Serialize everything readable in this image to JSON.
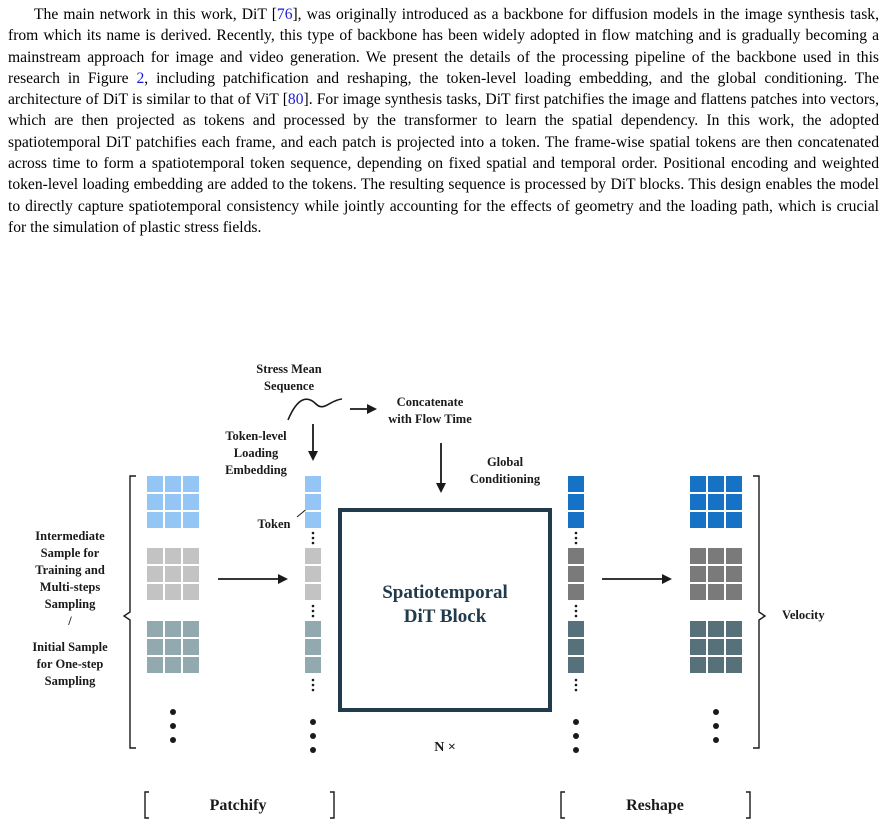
{
  "paragraph": {
    "s1": "The main network in this work, DiT [",
    "cite1": "76",
    "s2": "], was originally introduced as a backbone for diffusion models in the image synthesis task, from which its name is derived. Recently, this type of backbone has been widely adopted in flow matching and is gradually becoming a mainstream approach for image and video generation. We present the details of the processing pipeline of the backbone used in this research in Figure ",
    "fig_ref": "2",
    "s3": ", including patchification and reshaping, the token-level loading embedding, and the global conditioning. The architecture of DiT is similar to that of ViT [",
    "cite2": "80",
    "s4": "]. For image synthesis tasks, DiT first patchifies the image and flattens patches into vectors, which are then projected as tokens and processed by the transformer to learn the spatial dependency. In this work, the adopted spatiotemporal DiT patchifies each frame, and each patch is projected into a token. The frame-wise spatial tokens are then concatenated across time to form a spatiotemporal token sequence, depending on fixed spatial and temporal order. Positional encoding and weighted token-level loading embedding are added to the tokens. The resulting sequence is processed by DiT blocks. This design enables the model to directly capture spatiotemporal consistency while jointly accounting for the effects of geometry and the loading path, which is crucial for the simulation of plastic stress fields."
  },
  "figure": {
    "stress_mean": [
      "Stress Mean",
      "Sequence"
    ],
    "concat": [
      "Concatenate",
      "with Flow Time"
    ],
    "token_loading": [
      "Token-level",
      "Loading",
      "Embedding"
    ],
    "global_cond": [
      "Global",
      "Conditioning"
    ],
    "token": "Token",
    "input_label": [
      "Intermediate",
      "Sample for",
      "Training and",
      "Multi-steps",
      "Sampling",
      "/",
      "Initial Sample",
      "for One-step",
      "Sampling"
    ],
    "block_title": [
      "Spatiotemporal",
      "DiT Block"
    ],
    "repeat": "N ×",
    "output_label": "Velocity",
    "patchify": "Patchify",
    "reshape": "Reshape"
  },
  "colors": {
    "light_blue": "#94c6f5",
    "light_gray": "#c3c3c3",
    "teal_gray": "#92a9af",
    "deep_blue": "#1572c4",
    "dark_gray": "#7a7a7a",
    "dark_teal": "#56717a",
    "block_border": "#213a4c"
  }
}
